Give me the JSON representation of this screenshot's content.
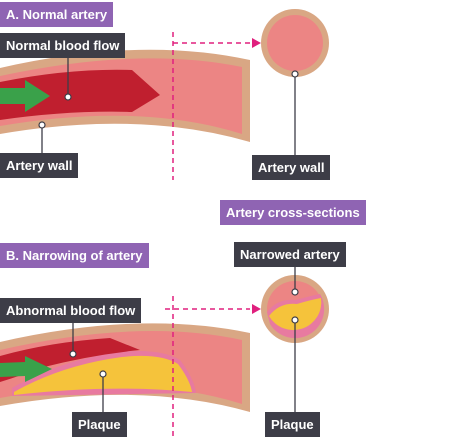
{
  "sections": {
    "a_title": "A. Normal artery",
    "b_title": "B. Narrowing of artery",
    "cross_sections": "Artery cross-sections"
  },
  "labels": {
    "normal_blood_flow": "Normal blood flow",
    "artery_wall_left": "Artery wall",
    "artery_wall_right": "Artery wall",
    "narrowed_artery": "Narrowed artery",
    "abnormal_blood_flow": "Abnormal blood flow",
    "plaque_left": "Plaque",
    "plaque_right": "Plaque"
  },
  "colors": {
    "label_dark": "#3d3d47",
    "label_purple": "#8f64b3",
    "artery_wall": "#d9a784",
    "artery_lumen": "#ec8584",
    "blood": "#c01f2f",
    "flow_arrow": "#3aa14a",
    "plaque": "#f5c33b",
    "plaque_edge": "#e87aa0",
    "dashed_line": "#e0207e"
  }
}
